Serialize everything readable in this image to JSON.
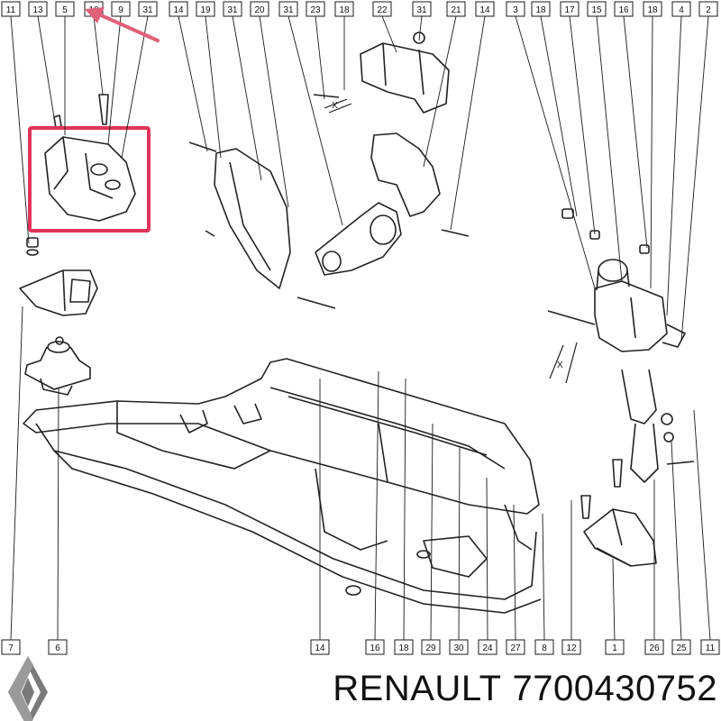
{
  "callouts_top": [
    "11",
    "13",
    "5",
    "10",
    "9",
    "31",
    "14",
    "19",
    "31",
    "20",
    "31",
    "23",
    "18",
    "22",
    "31",
    "21",
    "14",
    "3",
    "18",
    "17",
    "15",
    "16",
    "18",
    "4",
    "2"
  ],
  "callouts_bottom": [
    "7",
    "6",
    "14",
    "16",
    "18",
    "29",
    "30",
    "24",
    "27",
    "8",
    "12",
    "1",
    "26",
    "25",
    "11"
  ],
  "brand": "RENAULT",
  "part_number": "7700430752",
  "colors": {
    "highlight": "#e0345a",
    "line": "#1a1a1a",
    "arrow": "#e0607a"
  },
  "icons": {
    "logo": "renault-diamond-logo"
  }
}
